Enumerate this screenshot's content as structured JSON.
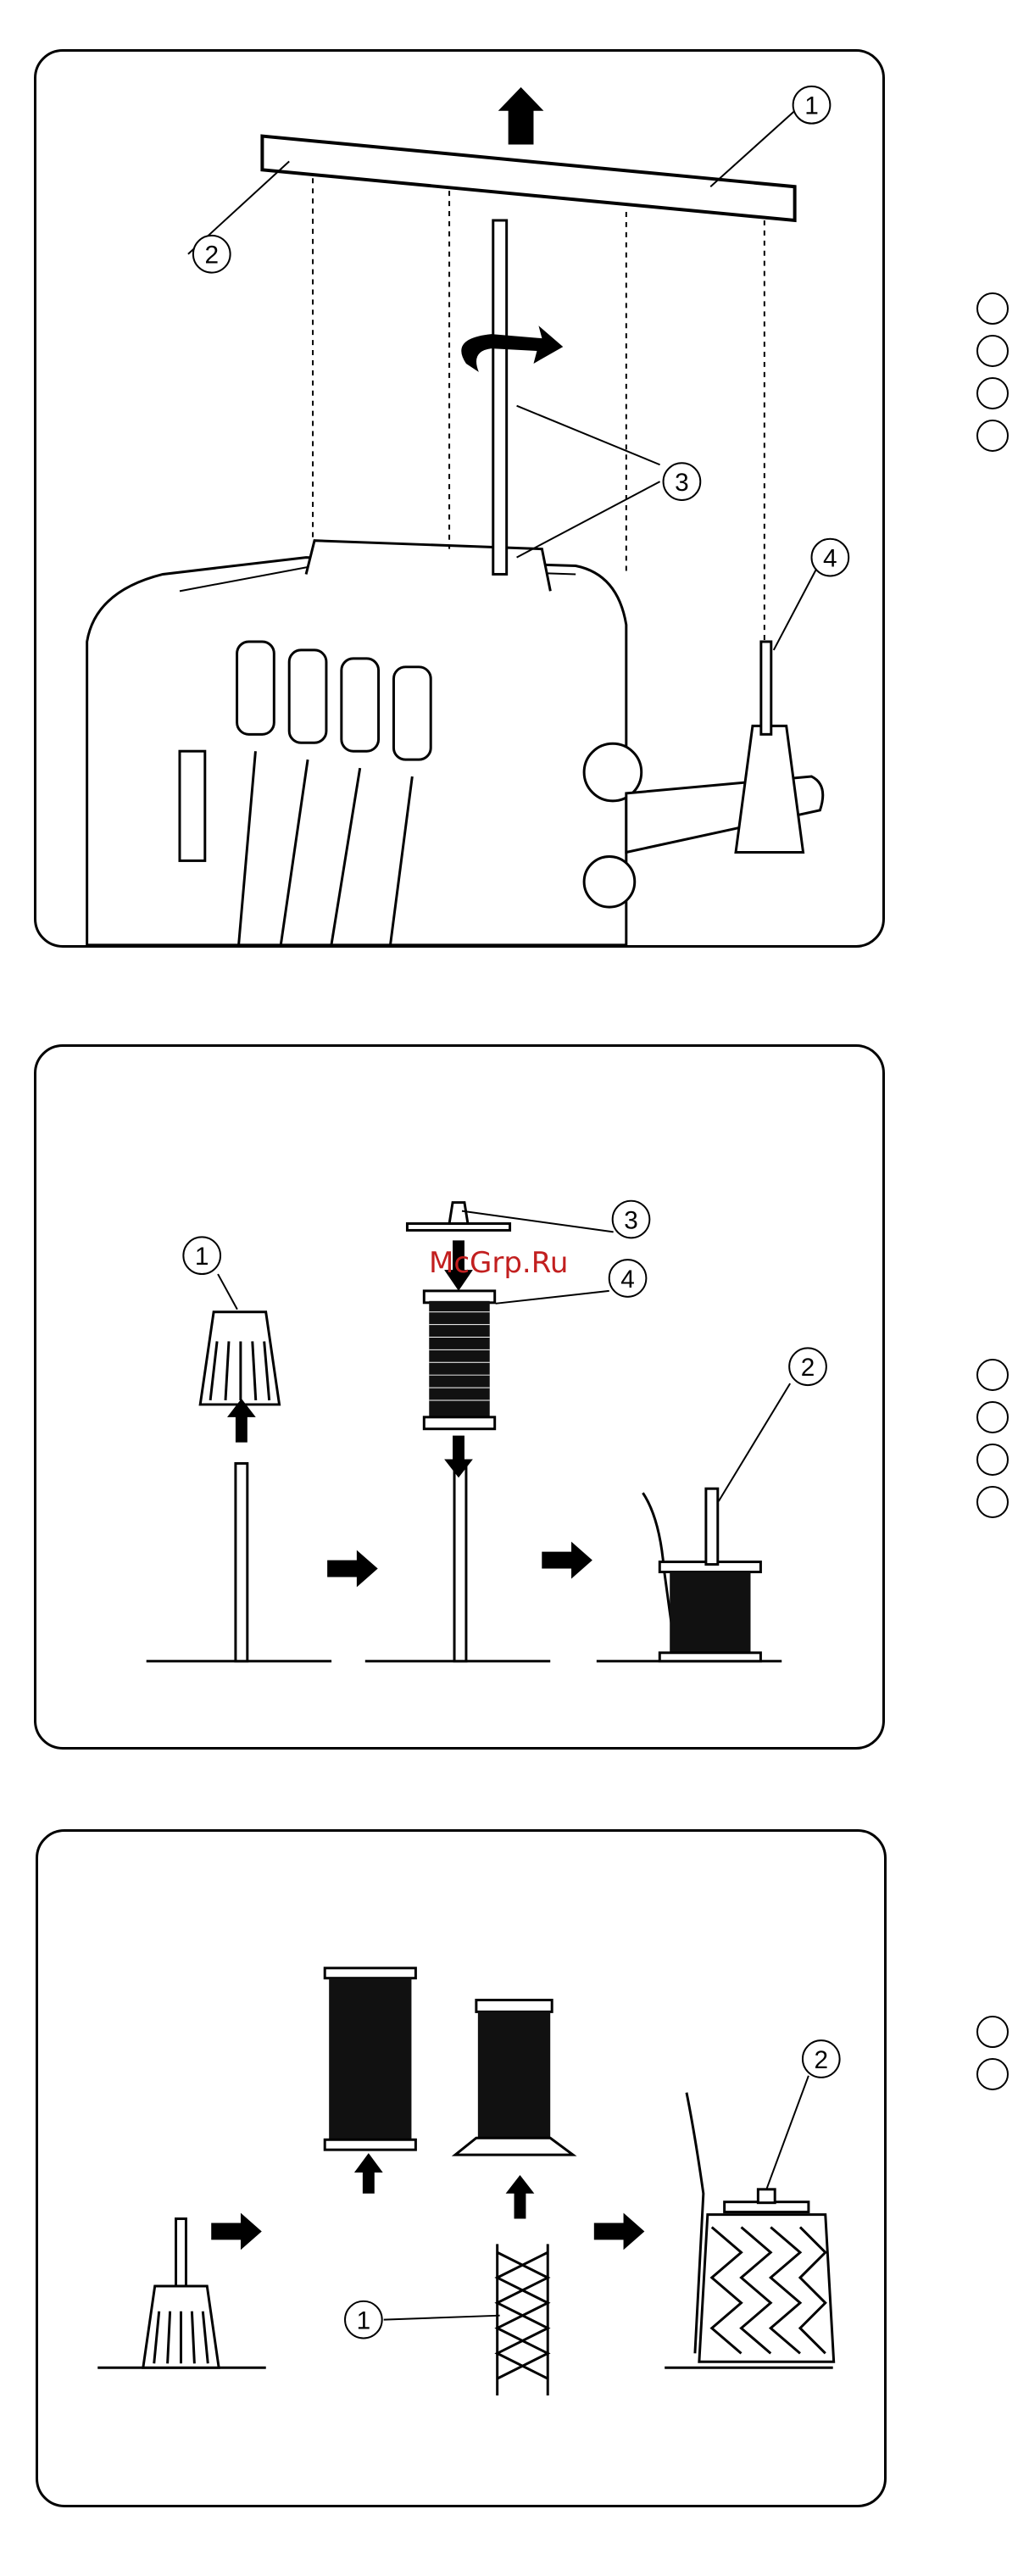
{
  "watermark": {
    "text": "McGrp.Ru",
    "color": "#c21f1f"
  },
  "panel1": {
    "callouts": [
      "1",
      "2",
      "3",
      "4"
    ]
  },
  "panel2": {
    "callouts": [
      "1",
      "2",
      "3",
      "4"
    ]
  },
  "panel3": {
    "callouts": [
      "1",
      "2"
    ]
  },
  "side_markers": [
    {
      "panel": 1,
      "count": 4
    },
    {
      "panel": 2,
      "count": 4
    },
    {
      "panel": 3,
      "count": 2
    }
  ],
  "icons": [
    "arrow-up-icon",
    "arrow-down-icon",
    "arrow-right-icon",
    "rotate-arrow-icon"
  ]
}
